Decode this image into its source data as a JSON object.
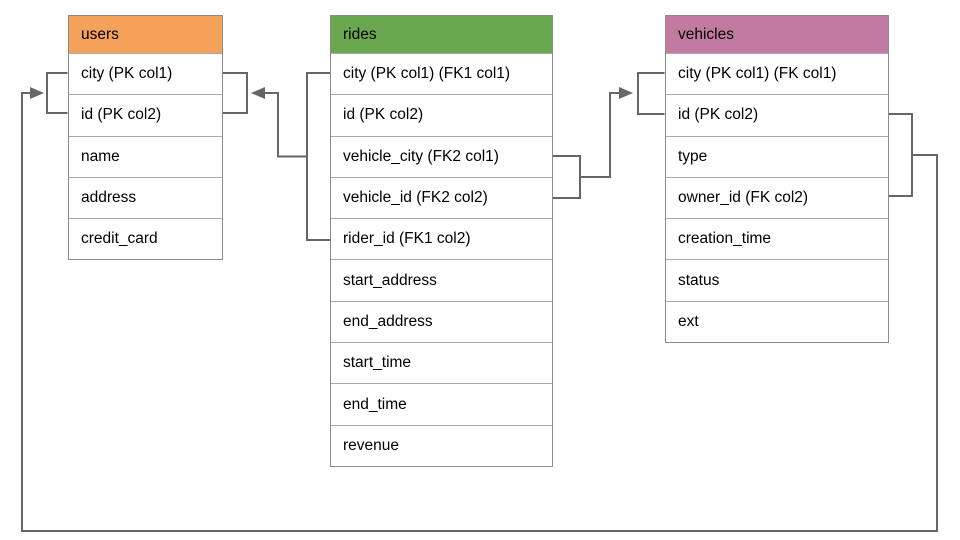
{
  "tables": [
    {
      "name": "users",
      "header_color": "#F4A259",
      "columns": [
        "city (PK col1)",
        "id (PK col2)",
        "name",
        "address",
        "credit_card"
      ]
    },
    {
      "name": "rides",
      "header_color": "#69A84F",
      "columns": [
        "city (PK col1) (FK1 col1)",
        "id (PK col2)",
        "vehicle_city (FK2 col1)",
        "vehicle_id (FK2 col2)",
        "rider_id (FK1 col2)",
        "start_address",
        "end_address",
        "start_time",
        "end_time",
        "revenue"
      ]
    },
    {
      "name": "vehicles",
      "header_color": "#C27BA0",
      "columns": [
        "city (PK col1) (FK col1)",
        "id (PK col2)",
        "type",
        "owner_id (FK col2)",
        "creation_time",
        "status",
        "ext"
      ]
    }
  ],
  "relationships": [
    {
      "id": "FK1",
      "from_table": "rides",
      "from_rows": [
        "city (PK col1) (FK1 col1)",
        "rider_id (FK1 col2)"
      ],
      "to_table": "users",
      "to_rows": [
        "city (PK col1)",
        "id (PK col2)"
      ]
    },
    {
      "id": "FK2",
      "from_table": "rides",
      "from_rows": [
        "vehicle_city (FK2 col1)",
        "vehicle_id (FK2 col2)"
      ],
      "to_table": "vehicles",
      "to_rows": [
        "city (PK col1) (FK col1)",
        "id (PK col2)"
      ]
    },
    {
      "id": "FK",
      "from_table": "vehicles",
      "from_rows": [
        "id (PK col2)",
        "owner_id (FK col2)"
      ],
      "to_table": "users",
      "to_rows": [
        "city (PK col1)",
        "id (PK col2)"
      ]
    }
  ],
  "colors": {
    "connector": "#666666",
    "table_border": "#8a8a8a",
    "row_divider": "#a9a9a9",
    "background": "#ffffff",
    "text": "#000000"
  }
}
